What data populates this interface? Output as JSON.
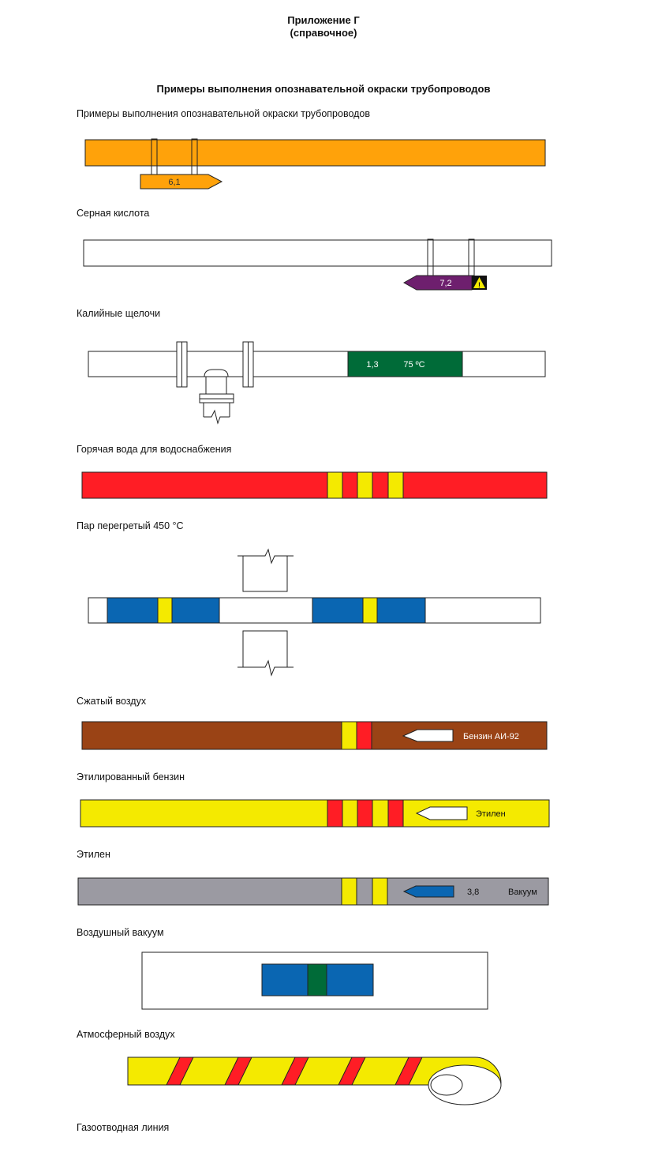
{
  "header": {
    "appendix": "Приложение Г",
    "note": "(справочное)",
    "title": "Примеры выполнения опознавательной окраски трубопроводов"
  },
  "captions": [
    "Примеры выполнения опознавательной окраски трубопроводов",
    "Серная кислота",
    "Калийные щелочи",
    "Горячая вода для водоснабжения",
    "Пар перегретый 450 °С",
    "Сжатый воздух",
    "Этилированный бензин",
    "Этилен",
    "Воздушный вакуум",
    "Атмосферный воздух",
    "Газоотводная линия"
  ],
  "pipes": {
    "p1": {
      "label": "6,1"
    },
    "p2": {
      "label": "7,2"
    },
    "p3": {
      "pressure": "1,3",
      "temperature": "75 ºС"
    },
    "p6": {
      "text": "Бензин АИ-92"
    },
    "p7": {
      "text": "Этилен"
    },
    "p8": {
      "pressure": "3,8",
      "text": "Вакуум"
    }
  },
  "colors": {
    "orange": "#ffa20a",
    "purple": "#6e1f6e",
    "green": "#006b38",
    "red": "#ff1d25",
    "yellow": "#f4ea00",
    "blue": "#0a66b2",
    "brown": "#9a4315",
    "gray": "#9b9aa2"
  }
}
